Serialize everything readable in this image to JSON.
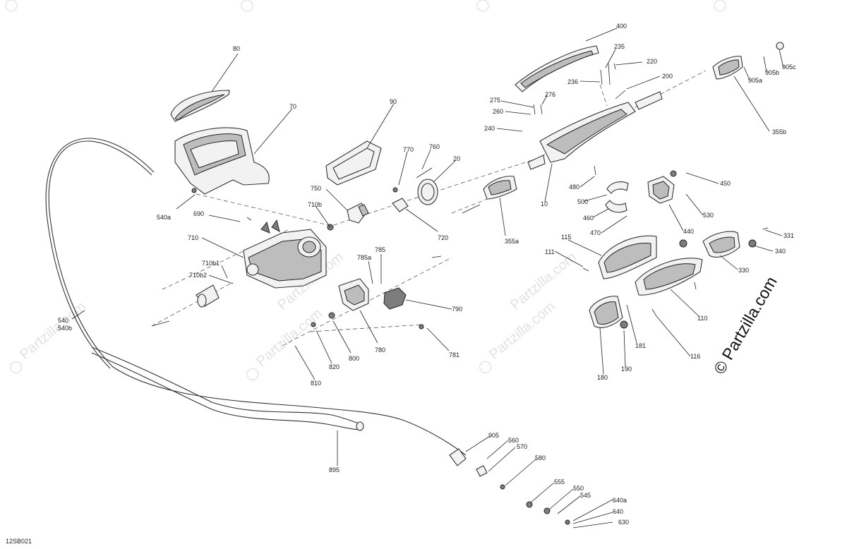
{
  "diagram": {
    "code": "12SB021",
    "watermark": "© Partzilla.com",
    "faint_watermark": "Partzilla.com",
    "labels": [
      "80",
      "70",
      "90",
      "770",
      "760",
      "20",
      "750",
      "710b",
      "690",
      "720",
      "710",
      "710b1",
      "710b2",
      "540a",
      "540",
      "540b",
      "355a",
      "785",
      "785a",
      "790",
      "780",
      "781",
      "800",
      "820",
      "810",
      "895",
      "905",
      "560",
      "570",
      "580",
      "555",
      "550",
      "545",
      "640a",
      "640",
      "630",
      "400",
      "235",
      "220",
      "200",
      "236",
      "275",
      "276",
      "260",
      "240",
      "10",
      "480",
      "500",
      "460",
      "470",
      "450",
      "530",
      "440",
      "355b",
      "905a",
      "905b",
      "905c",
      "115",
      "111",
      "110",
      "116",
      "331",
      "340",
      "330",
      "181",
      "190",
      "180"
    ]
  }
}
